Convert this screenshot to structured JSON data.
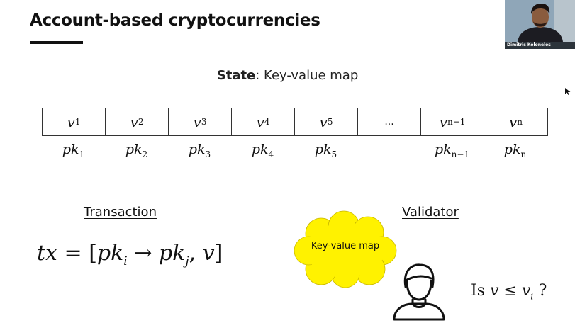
{
  "slide": {
    "title": "Account-based cryptocurrencies",
    "state_label_bold": "State",
    "state_label_rest": ": Key-value map"
  },
  "kv_table": {
    "values": [
      {
        "base": "v",
        "sub": "1"
      },
      {
        "base": "v",
        "sub": "2"
      },
      {
        "base": "v",
        "sub": "3"
      },
      {
        "base": "v",
        "sub": "4"
      },
      {
        "base": "v",
        "sub": "5"
      },
      {
        "base": "...",
        "sub": ""
      },
      {
        "base": "v",
        "sub": "n−1"
      },
      {
        "base": "v",
        "sub": "n"
      }
    ],
    "keys": [
      {
        "base": "pk",
        "sub": "1"
      },
      {
        "base": "pk",
        "sub": "2"
      },
      {
        "base": "pk",
        "sub": "3"
      },
      {
        "base": "pk",
        "sub": "4"
      },
      {
        "base": "pk",
        "sub": "5"
      },
      {
        "base": "",
        "sub": ""
      },
      {
        "base": "pk",
        "sub": "n−1"
      },
      {
        "base": "pk",
        "sub": "n"
      }
    ]
  },
  "transaction": {
    "heading": "Transaction",
    "formula_lhs": "tx",
    "formula_eq": " = [",
    "formula_pk1": "pk",
    "formula_sub1": "i",
    "formula_arrow": " → ",
    "formula_pk2": "pk",
    "formula_sub2": "j",
    "formula_comma": ", ",
    "formula_v": "v",
    "formula_close": "]"
  },
  "validator": {
    "heading": "Validator",
    "cloud_label": "Key-value map",
    "cloud_color": "#fff200",
    "person_icon": "person-outline-icon",
    "question_prefix": "Is ",
    "question_v": "v",
    "question_leq": " ≤ ",
    "question_vi": "v",
    "question_sub": "i",
    "question_suffix": " ?"
  },
  "video": {
    "participant_name": "Dimitris Kolonelos"
  }
}
